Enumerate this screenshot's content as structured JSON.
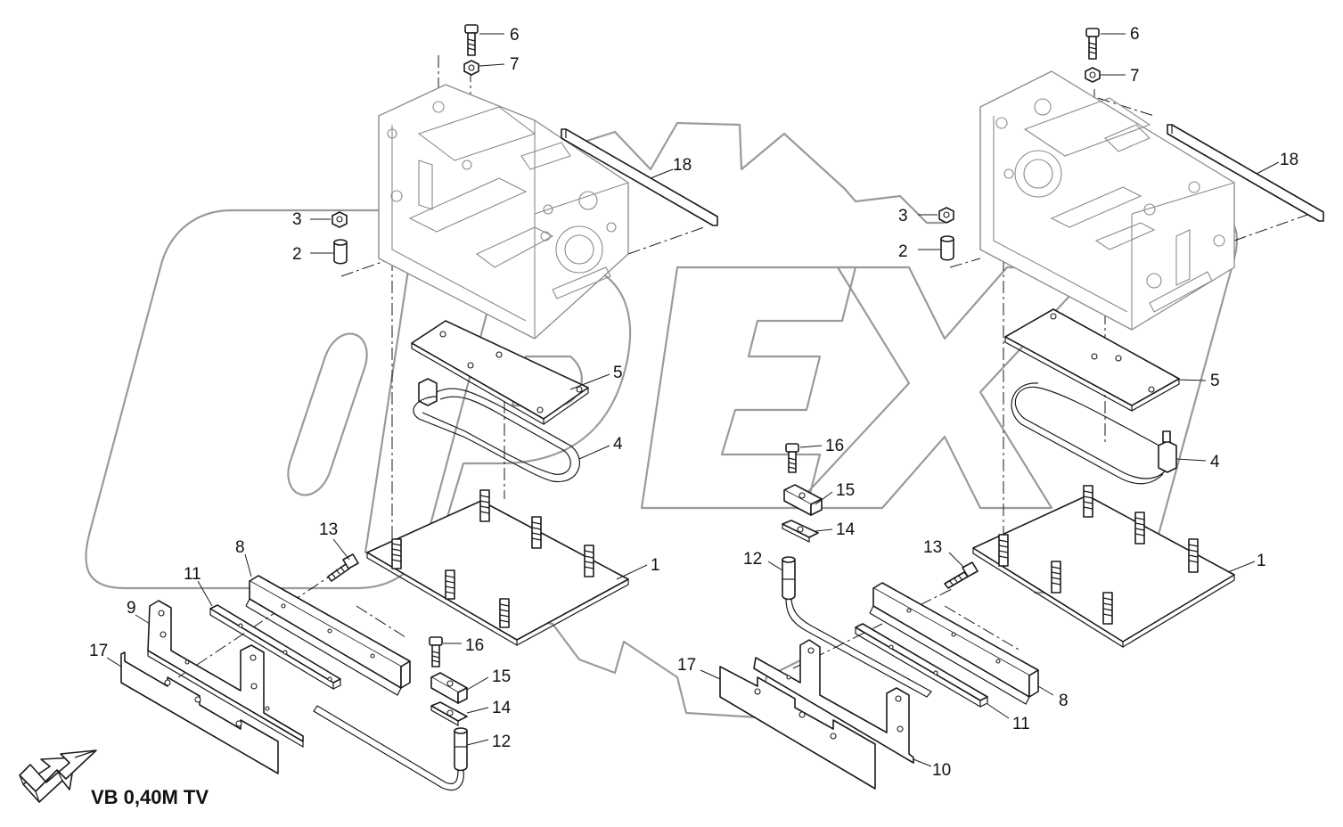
{
  "diagram": {
    "view_label": "VB 0,40M TV",
    "watermark_text": "OPEX",
    "callouts": {
      "left": {
        "p1": "1",
        "p2": "2",
        "p3": "3",
        "p4": "4",
        "p5": "5",
        "p6": "6",
        "p7": "7",
        "p8": "8",
        "p9": "9",
        "p11": "11",
        "p12": "12",
        "p13": "13",
        "p14": "14",
        "p15": "15",
        "p16": "16",
        "p17": "17",
        "p18": "18"
      },
      "right": {
        "p1": "1",
        "p2": "2",
        "p3": "3",
        "p4": "4",
        "p5": "5",
        "p6": "6",
        "p7": "7",
        "p8": "8",
        "p10": "10",
        "p11": "11",
        "p12": "12",
        "p13": "13",
        "p14": "14",
        "p15": "15",
        "p16": "16",
        "p17": "17",
        "p18": "18"
      }
    },
    "colors": {
      "line": "#1a1a1a",
      "watermark": "#9a9a9a",
      "background": "#ffffff"
    }
  }
}
